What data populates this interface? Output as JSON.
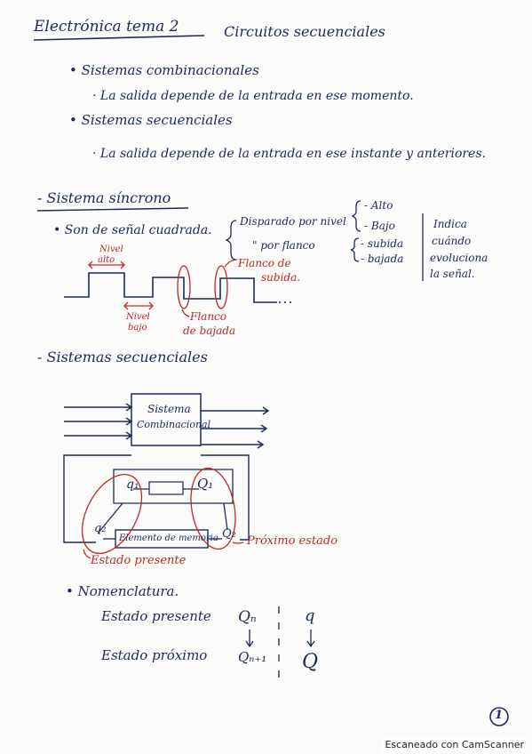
{
  "header": {
    "title": "Electrónica tema 2",
    "subtitle": "Circuitos secuenciales"
  },
  "intro": {
    "item1": "Sistemas combinacionales",
    "item1_desc": "La salida depende de la entrada en ese momento.",
    "item2": "Sistemas secuenciales",
    "item2_desc": "La salida depende de la entrada en ese instante y anteriores."
  },
  "sync": {
    "heading": "Sistema síncrono",
    "bullet": "Son de señal cuadrada.",
    "by_level": "Disparado por nivel",
    "by_edge": "\" por flanco",
    "level_alto": "Alto",
    "level_bajo": "Bajo",
    "edge_subida": "subida",
    "edge_bajada": "bajada",
    "indicates": [
      "Indica",
      "cuándo",
      "evoluciona",
      "la señal."
    ],
    "label_nivel_alto": [
      "Nivel",
      "alto"
    ],
    "label_nivel_bajo": [
      "Nivel",
      "bajo"
    ],
    "label_flanco_bajada": [
      "Flanco",
      "de bajada"
    ],
    "label_flanco_subida": [
      "Flanco de",
      "subida."
    ]
  },
  "seq": {
    "heading": "Sistemas secuenciales",
    "comb_block": [
      "Sistema",
      "Combinacional"
    ],
    "q_small_top": "q₁",
    "q_big_top": "Q₁",
    "q_small_bottom": "q₂",
    "q_big_bottom": "Q₂",
    "memory_block": "Elemento de memoria",
    "label_next": "Próximo estado",
    "label_present": "Estado presente"
  },
  "nomenclature": {
    "heading": "Nomenclatura.",
    "present": "Estado presente",
    "next": "Estado próximo",
    "qn": "Qₙ",
    "qn1": "Qₙ₊₁",
    "q_lower": "q",
    "q_upper": "Q"
  },
  "page_number": "1",
  "footer": "Escaneado con CamScanner",
  "colors": {
    "ink": "#1b2a57",
    "red": "#c0262b"
  }
}
